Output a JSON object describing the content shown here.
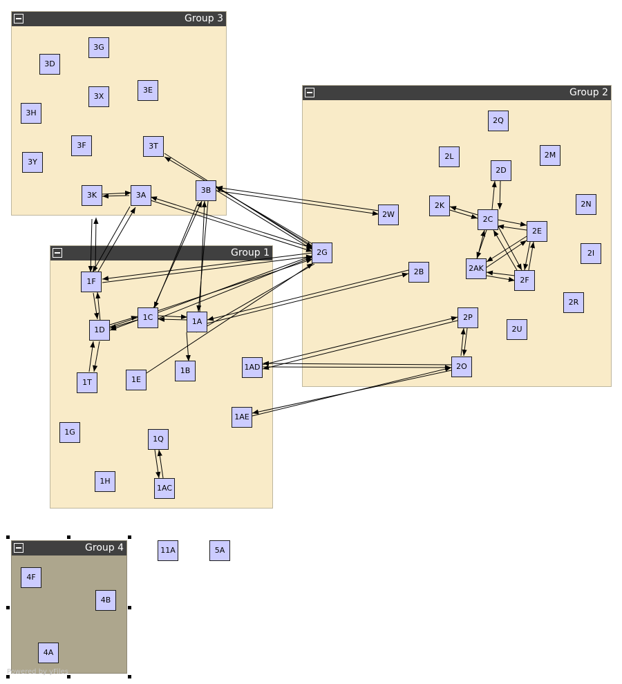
{
  "colors": {
    "group_fill": "#f9ebc8",
    "group_selected_fill": "#ada68d",
    "header_fill": "#404040",
    "node_fill": "#ccccff",
    "edge": "#000000"
  },
  "groups": {
    "g3": {
      "title": "Group 3"
    },
    "g2": {
      "title": "Group 2"
    },
    "g1": {
      "title": "Group 1"
    },
    "g4": {
      "title": "Group 4"
    }
  },
  "nodes": {
    "n3G": "3G",
    "n3D": "3D",
    "n3X": "3X",
    "n3E": "3E",
    "n3H": "3H",
    "n3F": "3F",
    "n3T": "3T",
    "n3Y": "3Y",
    "n3K": "3K",
    "n3A": "3A",
    "n3B": "3B",
    "n2Q": "2Q",
    "n2L": "2L",
    "n2D": "2D",
    "n2M": "2M",
    "n2K": "2K",
    "n2C": "2C",
    "n2N": "2N",
    "n2E": "2E",
    "n2I": "2I",
    "n2AK": "2AK",
    "n2F": "2F",
    "n2R": "2R",
    "n2B": "2B",
    "n2P": "2P",
    "n2U": "2U",
    "n2O": "2O",
    "n2W": "2W",
    "n2G": "2G",
    "n1F": "1F",
    "n1C": "1C",
    "n1A": "1A",
    "n1D": "1D",
    "n1T": "1T",
    "n1E": "1E",
    "n1B": "1B",
    "n1AD": "1AD",
    "n1AE": "1AE",
    "n1G": "1G",
    "n1Q": "1Q",
    "n1H": "1H",
    "n1AC": "1AC",
    "n4F": "4F",
    "n4B": "4B",
    "n4A": "4A",
    "n11A": "11A",
    "n5A": "5A"
  },
  "footer": "Powered by yFiles"
}
